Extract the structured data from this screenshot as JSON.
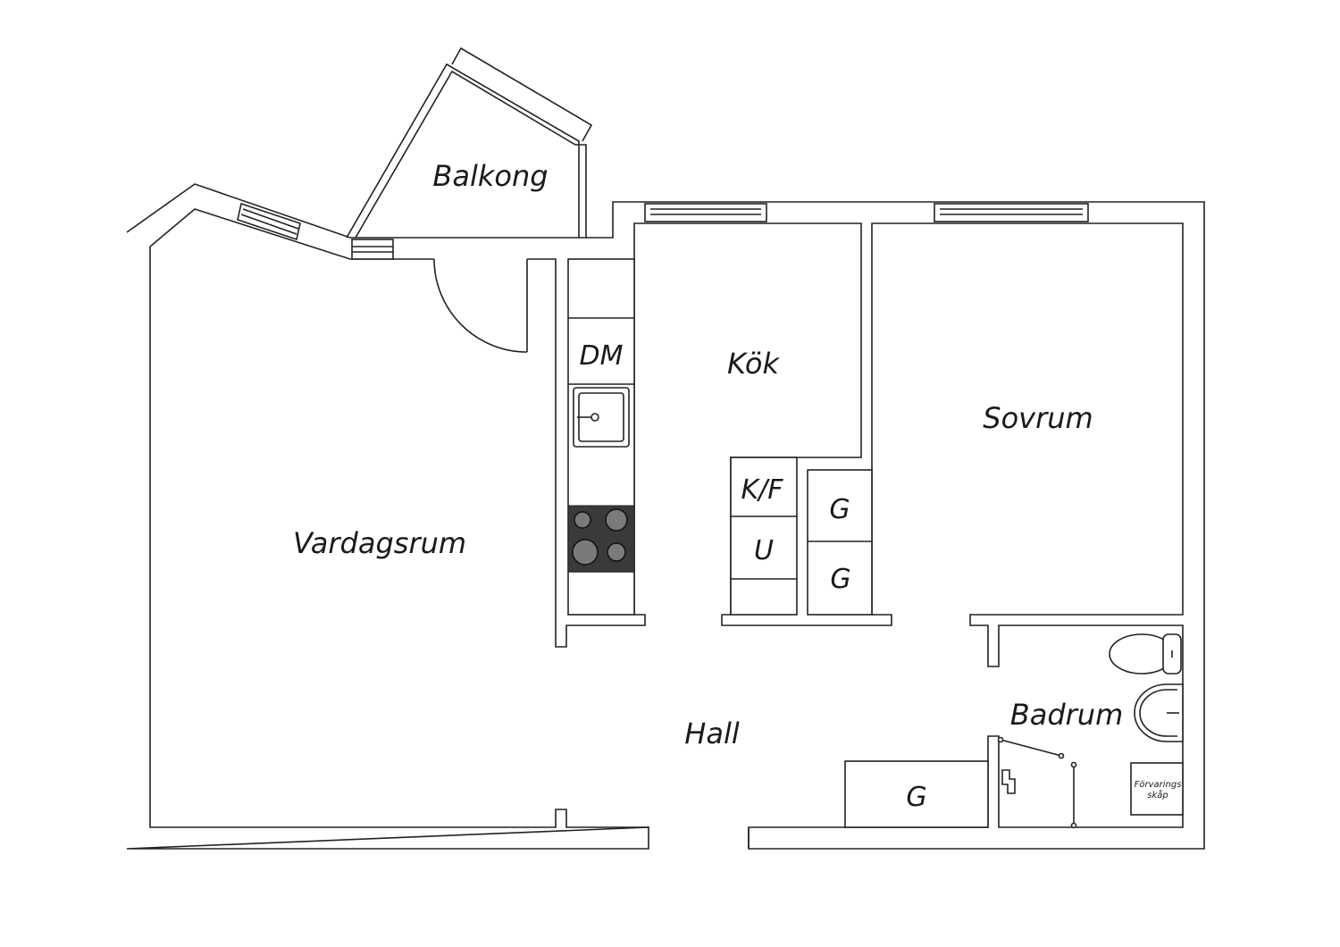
{
  "rooms": {
    "balcony": "Balkong",
    "living_room": "Vardagsrum",
    "kitchen": "Kök",
    "bedroom": "Sovrum",
    "hall": "Hall",
    "bathroom": "Badrum"
  },
  "fixtures": {
    "dishwasher": "DM",
    "fridge_freezer": "K/F",
    "oven": "U",
    "wardrobe": "G",
    "storage_cabinet_line1": "Förvarings",
    "storage_cabinet_line2": "skåp"
  },
  "colors": {
    "wall_stroke": "#222222",
    "stove_fill": "#3a3a3a",
    "burner_fill": "#7a7a7a"
  }
}
